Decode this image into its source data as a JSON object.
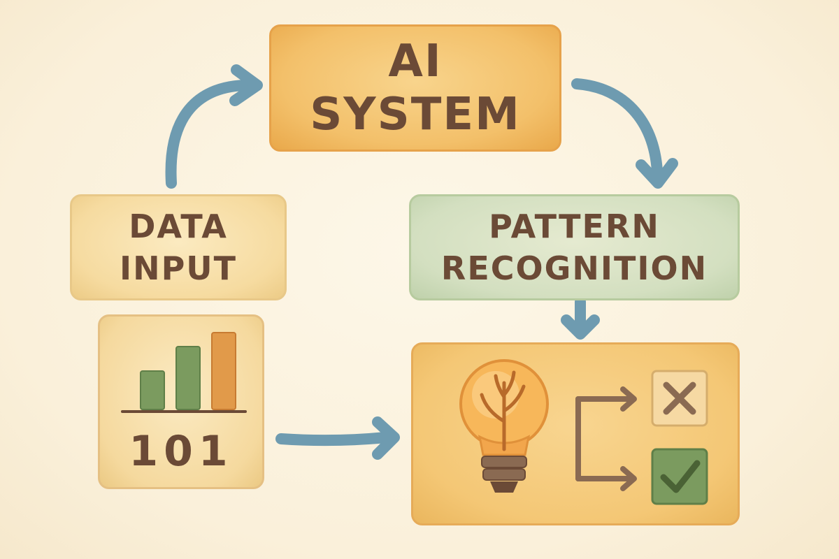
{
  "boxes": {
    "ai_system": {
      "line1": "AI",
      "line2": "SYSTEM"
    },
    "data_input": {
      "line1": "DATA",
      "line2": "INPUT"
    },
    "pattern_recognition": {
      "line1": "PATTERN",
      "line2": "RECOGNITION"
    },
    "data_panel": {
      "binary": "101"
    }
  },
  "icons": [
    "bar-chart-icon",
    "lightbulb-icon",
    "cross-icon",
    "check-icon",
    "branch-arrow-icon"
  ],
  "colors": {
    "arrow": "#6e9bb0",
    "text": "#6b4a36",
    "bar_green": "#7b9b5f",
    "bar_orange": "#e19a4a"
  }
}
